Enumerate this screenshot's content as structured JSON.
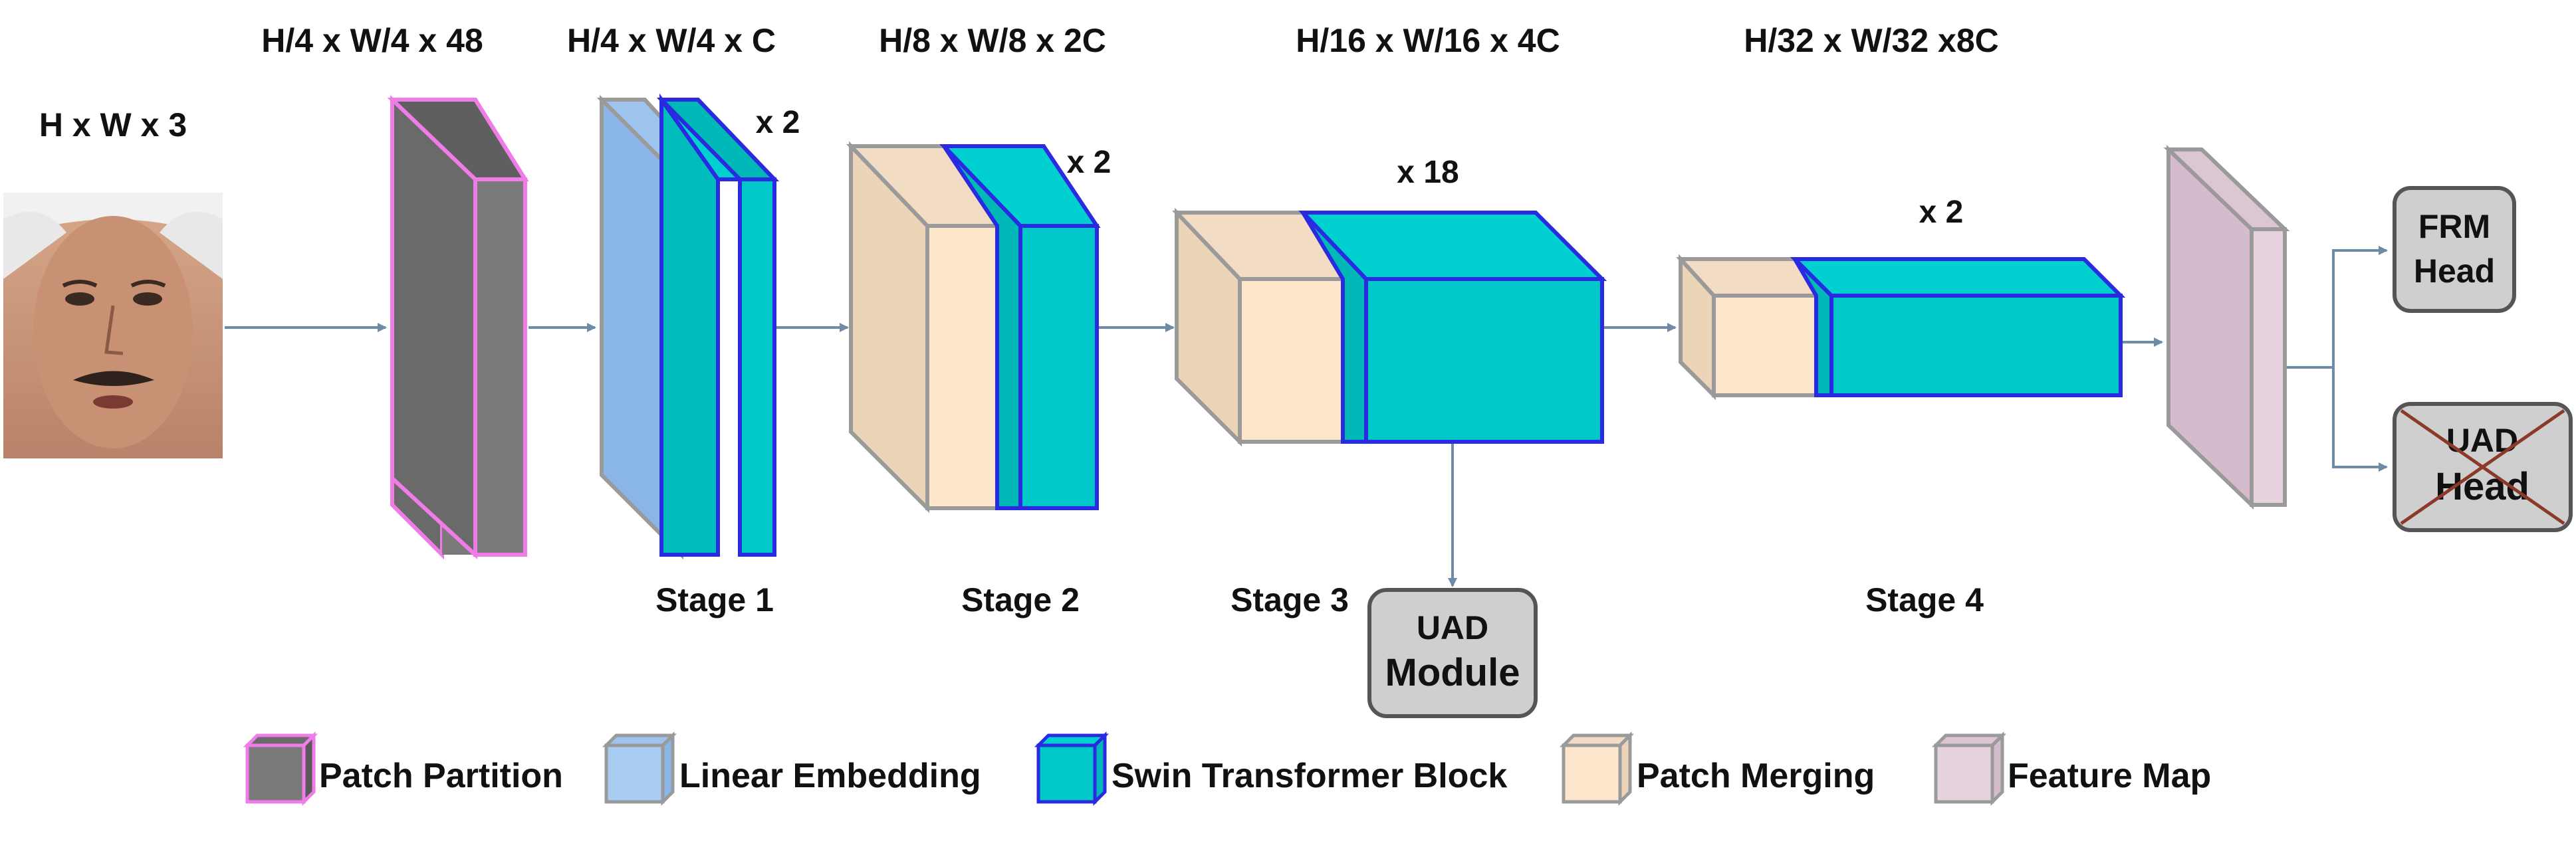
{
  "dims": {
    "input": "H x W x 3",
    "patch": "H/4 x W/4 x 48",
    "stage1": "H/4 x W/4 x C",
    "stage2": "H/8 x W/8 x 2C",
    "stage3": "H/16 x W/16 x 4C",
    "stage4": "H/32 x W/32 x8C"
  },
  "repeats": {
    "stage1": "x 2",
    "stage2": "x 2",
    "stage3": "x 18",
    "stage4": "x 2"
  },
  "stages": [
    "Stage 1",
    "Stage 2",
    "Stage 3",
    "Stage 4"
  ],
  "boxes": {
    "uad_module": [
      "UAD",
      "Module"
    ],
    "frm_head": [
      "FRM",
      "Head"
    ],
    "uad_head": [
      "UAD",
      "Head"
    ]
  },
  "legend": {
    "patch_partition": "Patch Partition",
    "linear_embedding": "Linear Embedding",
    "swin_block": "Swin Transformer Block",
    "patch_merging": "Patch Merging",
    "feature_map": "Feature Map"
  },
  "colors": {
    "patch_front": "#7a7a7a",
    "patch_side": "#6a6a6a",
    "patch_stroke": "#f07ce8",
    "linear_front": "#8ab6e6",
    "linear_side": "#9cc4ee",
    "gray_stroke": "#9a9a9a",
    "swin_fill": "#00c8c8",
    "swin_stroke": "#2a2ae0",
    "merge_front": "#fde6cc",
    "merge_side": "#ecd4b8",
    "feature_front": "#e6d2de",
    "feature_side": "#d4bccc",
    "arrow": "#6e8ca8",
    "box_fill": "#cfcfcf",
    "box_stroke": "#555555"
  }
}
